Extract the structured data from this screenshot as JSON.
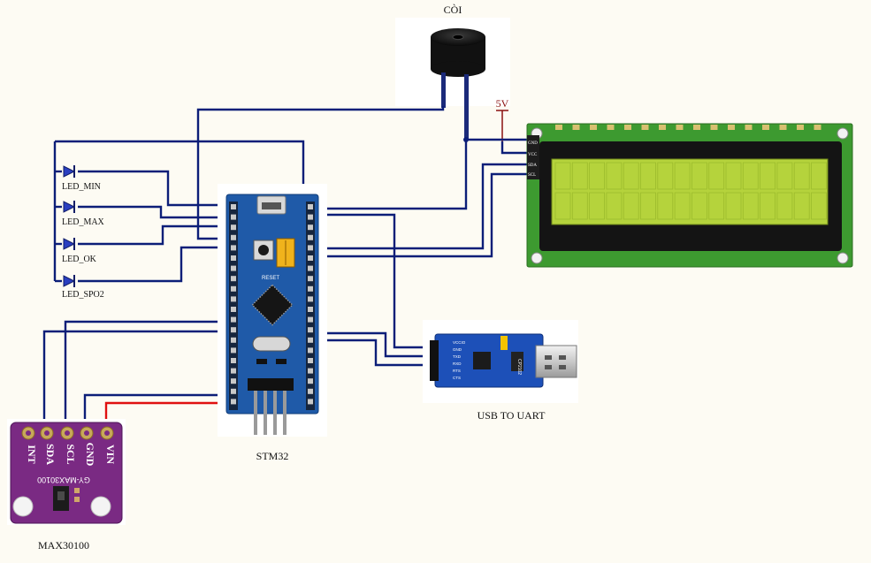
{
  "modules": {
    "buzzer": {
      "label": "CÒI"
    },
    "supply": {
      "label": "5V"
    },
    "lcd": {
      "pins": [
        "GND",
        "VCC",
        "SDA",
        "SCL"
      ]
    },
    "stm32": {
      "label": "STM32",
      "chip_marking": "RESET"
    },
    "uart": {
      "label": "USB TO UART",
      "pins": [
        "VCCIO",
        "GND",
        "TXD",
        "RXD",
        "RTS",
        "CTS"
      ],
      "chip_text": "CP2102"
    },
    "max30100": {
      "label": "MAX30100",
      "pins": [
        "INT",
        "SDA",
        "SCL",
        "GND",
        "VIN"
      ],
      "board_text": "GY-MAX30100"
    }
  },
  "leds": [
    {
      "label": "LED_MIN"
    },
    {
      "label": "LED_MAX"
    },
    {
      "label": "LED_OK"
    },
    {
      "label": "LED_SPO2"
    }
  ],
  "colors": {
    "wire": "#0c1e78",
    "power_wire": "#e01010",
    "stm32_board": "#1f5aa8",
    "lcd_pcb": "#3d9a30",
    "lcd_screen": "#b5d33c",
    "max_board": "#7a2a83",
    "uart_board": "#1d50b8"
  }
}
